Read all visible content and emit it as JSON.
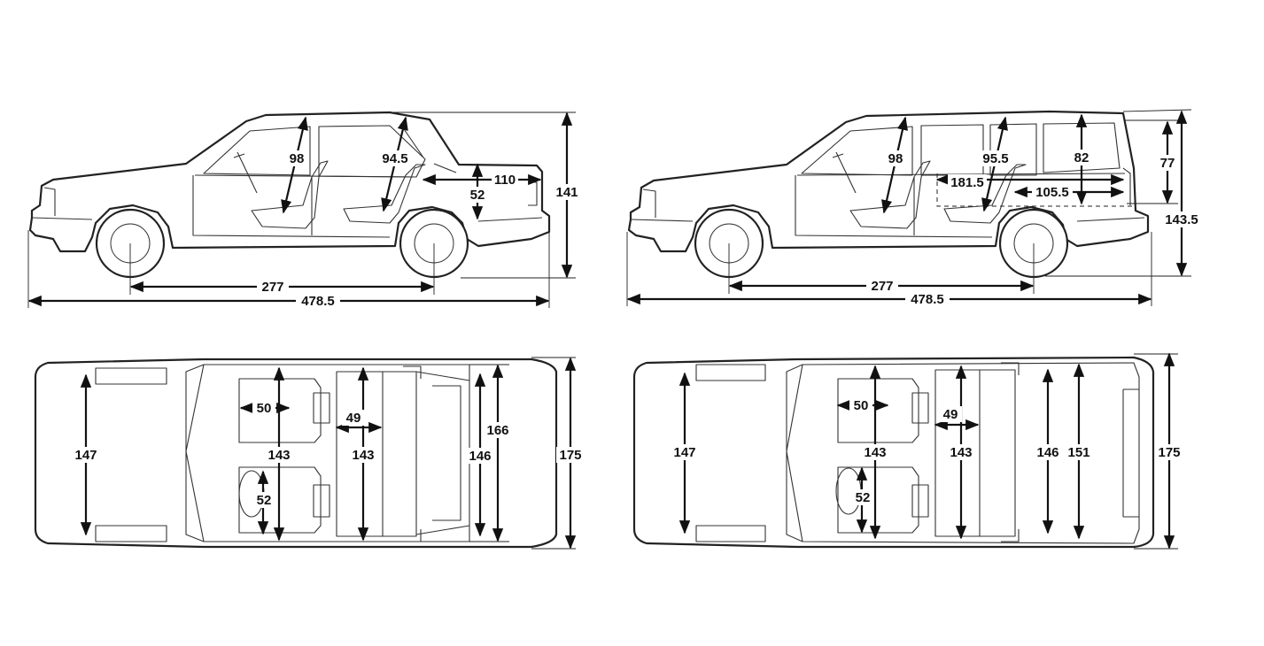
{
  "labels": {
    "sedan_side": {
      "headroom_front": "98",
      "headroom_rear": "94.5",
      "trunk_length": "110",
      "trunk_height": "52",
      "overall_height": "141",
      "wheelbase": "277",
      "overall_length": "478.5"
    },
    "wagon_side": {
      "headroom_front": "98",
      "headroom_rear": "95.5",
      "cargo_height": "82",
      "tailgate_height": "77",
      "cargo_length_folded": "181.5",
      "cargo_length": "105.5",
      "overall_height": "143.5",
      "wheelbase": "277",
      "overall_length": "478.5"
    },
    "sedan_top": {
      "front_track": "147",
      "seat_width": "50",
      "front_shoulder": "143",
      "rear_legroom": "49",
      "rear_shoulder": "143",
      "footwell": "52",
      "trunk_width": "146",
      "rear_track": "166",
      "overall_width": "175"
    },
    "wagon_top": {
      "front_track": "147",
      "seat_width": "50",
      "front_shoulder": "143",
      "rear_legroom": "49",
      "rear_shoulder": "143",
      "footwell": "52",
      "cargo_width_min": "146",
      "cargo_width_max": "151",
      "overall_width": "175"
    }
  }
}
